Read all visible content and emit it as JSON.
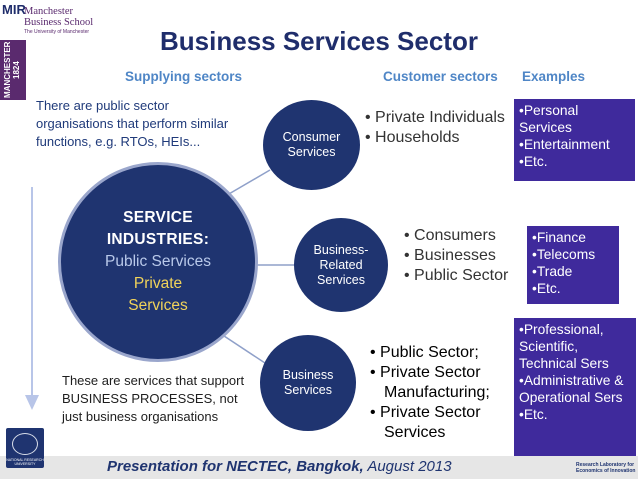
{
  "logos": {
    "mir_main": "MIR",
    "mir_sup": "",
    "mbs_name": "Manchester\nBusiness School",
    "mbs_sub": "The University of Manchester",
    "manchester_vertical": "MANCHESTER 1824",
    "hse_caption": "NATIONAL RESEARCH UNIVERSITY",
    "research_lab": "Research Laboratory for Economics of Innovation"
  },
  "title": "Business Services Sector",
  "headers": {
    "supplying": "Supplying sectors",
    "customer": "Customer sectors",
    "examples": "Examples"
  },
  "notes": {
    "top": "There are public sector organisations that perform similar functions, e.g. RTOs, HEIs...",
    "bottom": "These are services that support BUSINESS PROCESSES, not just business organisations"
  },
  "big_circle": {
    "heading": "SERVICE INDUSTRIES:",
    "line1": "Public Services",
    "line2": "Private Services"
  },
  "circles": [
    {
      "label": "Consumer Services"
    },
    {
      "label": "Business-Related Services"
    },
    {
      "label": "Business Services"
    }
  ],
  "customers": [
    [
      "Private Individuals",
      "Households"
    ],
    [
      "Consumers",
      "Businesses",
      "Public Sector"
    ],
    [
      "Public Sector;",
      "Private Sector Manufacturing;",
      "Private Sector Services"
    ]
  ],
  "examples": [
    [
      "•Personal Services",
      "•Entertainment",
      "•Etc."
    ],
    [
      "•Finance",
      "•Telecoms",
      "•Trade",
      "•Etc."
    ],
    [
      "•Professional, Scientific, Technical Sers",
      "•Administrative & Operational Sers",
      "•Etc."
    ]
  ],
  "footer": {
    "bold": "Presentation for NECTEC, Bangkok,",
    "rest": " August 2013"
  },
  "colors": {
    "title": "#1f2d6b",
    "header_accent": "#4f86c6",
    "circle_fill": "#1f3470",
    "example_fill": "#3f2a9c",
    "big_circle_private": "#f1d35a"
  }
}
